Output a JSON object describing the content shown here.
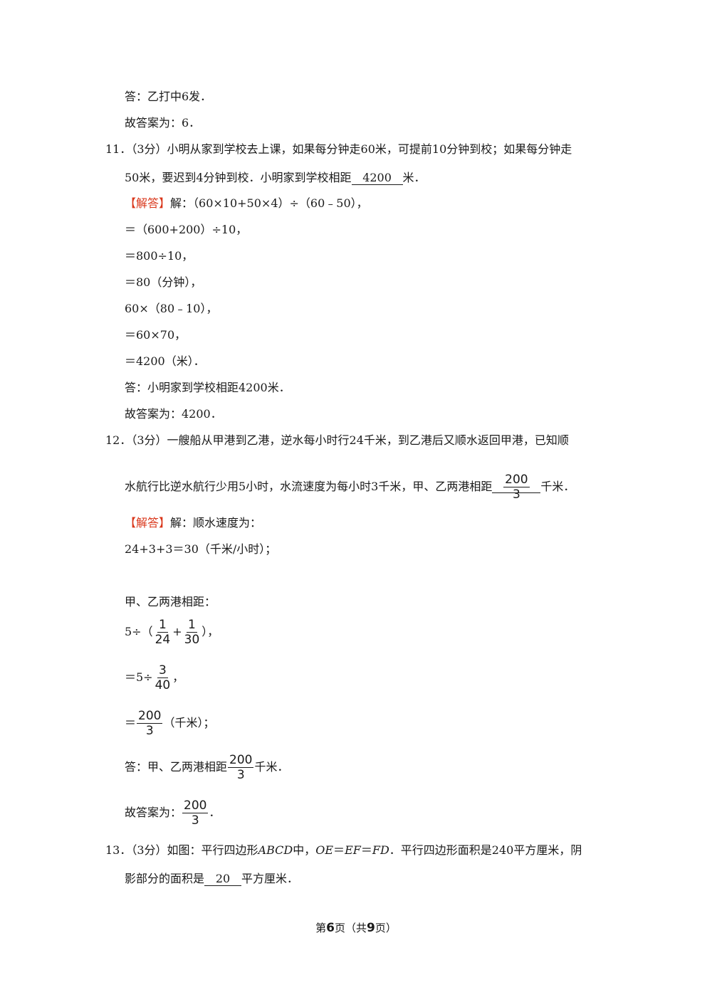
{
  "prev": {
    "answer": "答：乙打中6发．",
    "final": "故答案为：6．"
  },
  "q11": {
    "line1": "11．（3分）小明从家到学校去上课，如果每分钟走60米，可提前10分钟到校；如果每分钟走",
    "line2_pre": "50米，要迟到4分钟到校．小明家到学校相距",
    "blank": "4200",
    "line2_post": "米．",
    "tag": "【解答】",
    "sol1": "解：（60×10+50×4）÷（60﹣50），",
    "sol2": "＝（600+200）÷10，",
    "sol3": "＝800÷10，",
    "sol4": "＝80（分钟），",
    "sol5": "60×（80﹣10），",
    "sol6": "＝60×70，",
    "sol7": "＝4200（米）．",
    "answer": "答：小明家到学校相距4200米．",
    "final": "故答案为：4200．"
  },
  "q12": {
    "line1": "12．（3分）一艘船从甲港到乙港，逆水每小时行24千米，到乙港后又顺水返回甲港，已知顺",
    "line2_pre": "水航行比逆水航行少用5小时，水流速度为每小时3千米，甲、乙两港相距",
    "blank_num": "200",
    "blank_den": "3",
    "line2_post": "千米．",
    "tag": "【解答】",
    "sol1": "解：顺水速度为：",
    "sol2": "24+3+3＝30（千米/小时）；",
    "sol3": "甲、乙两港相距：",
    "sol4_pre": "5÷（",
    "f1_num": "1",
    "f1_den": "24",
    "plus": "+",
    "f2_num": "1",
    "f2_den": "30",
    "sol4_post": "），",
    "sol5_pre": "＝5÷",
    "f3_num": "3",
    "f3_den": "40",
    "sol5_post": "，",
    "sol6_pre": "＝",
    "f4_num": "200",
    "f4_den": "3",
    "sol6_post": "（千米）；",
    "ans_pre": "答：甲、乙两港相距",
    "f5_num": "200",
    "f5_den": "3",
    "ans_post": "千米．",
    "final_pre": "故答案为：",
    "f6_num": "200",
    "f6_den": "3",
    "final_post": "．"
  },
  "q13": {
    "line1_a": "13．（3分）如图：平行四边形",
    "abcd": "ABCD",
    "line1_b": "中，",
    "oe": "OE",
    "eq1": "＝",
    "ef": "EF",
    "eq2": "＝",
    "fd": "FD",
    "line1_c": "．平行四边形面积是240平方厘米，阴",
    "line2_pre": "影部分的面积是",
    "blank": "20",
    "line2_post": "平方厘米．"
  },
  "footer": {
    "pre": "第",
    "page": "6",
    "mid": "页（共",
    "total": "9",
    "post": "页）"
  }
}
